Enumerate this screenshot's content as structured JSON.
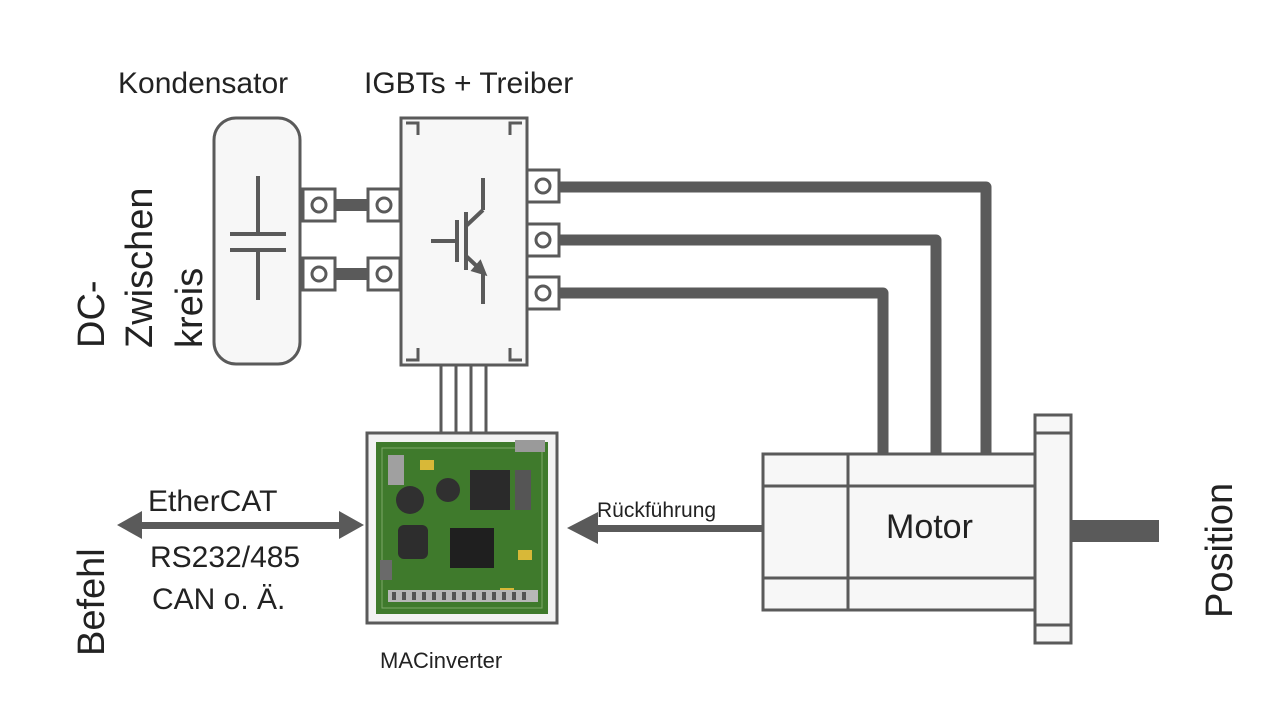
{
  "labels": {
    "capacitor": "Kondensator",
    "igbt": "IGBTs + Treiber",
    "dc_line1": "DC-",
    "dc_line2": "Zwischen",
    "dc_line3": "kreis",
    "ethercat": "EtherCAT",
    "rs232": "RS232/485",
    "can": "CAN o. Ä.",
    "befehl": "Befehl",
    "feedback": "Rückführung",
    "motor": "Motor",
    "position": "Position",
    "macinverter": "MACinverter"
  },
  "colors": {
    "line": "#5a5a5a",
    "box_fill": "#f7f7f7",
    "pcb_green": "#3f7a2c",
    "text": "#222222"
  }
}
